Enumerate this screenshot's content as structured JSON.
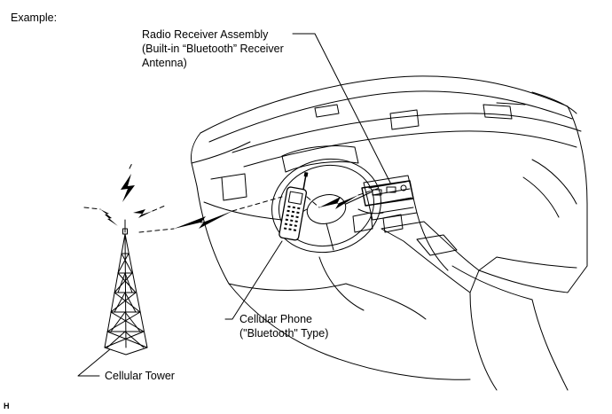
{
  "header": {
    "example_label": "Example:"
  },
  "callouts": {
    "radio": [
      "Radio Receiver Assembly",
      "(Built-in “Bluetooth” Receiver",
      "Antenna)"
    ],
    "phone": [
      "Cellular Phone",
      "(\"Bluetooth\" Type)"
    ],
    "tower": [
      "Cellular Tower"
    ]
  },
  "footer": {
    "code": "H"
  },
  "colors": {
    "line": "#000000",
    "background": "#ffffff"
  },
  "icons": [
    "cellular-tower-icon",
    "cellular-phone-icon",
    "lightning-signal-icon",
    "radio-receiver-icon",
    "car-interior-icon"
  ]
}
